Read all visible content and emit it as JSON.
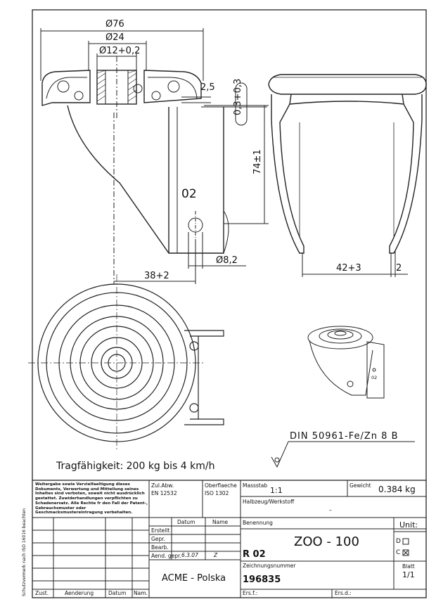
{
  "drawing": {
    "part_label": "02",
    "part_label_small": "02",
    "load_rating": "Tragfähigkeit: 200 kg bis 4 km/h",
    "din_spec": "DIN 50961-Fe/Zn 8 B",
    "copyright_side_note": "Schutzvermerk nach ISO 16016 beachten",
    "dimensions": {
      "d76": "Ø76",
      "d24": "Ø24",
      "d12": "Ø12+0,2",
      "h25": "2,5",
      "gap": "0,3+0,3",
      "h74": "74±1",
      "d82": "Ø8,2",
      "w38": "38+2",
      "w42": "42+3",
      "w2": "2"
    }
  },
  "title_block": {
    "legal_notice": "Weitergabe sowie Vervielfaeltigung dieses Dokuments, Verwertung und Mitteilung seines Inhaltes sind verboten, soweit nicht ausdrücklich gestattet. Zuwiderhandlungen verpflichten zu Schadenersatz. Alle Rechte fr den Fall der Patent-, Gebrauchsmuster oder Geschmacksmustereintragung verbehalten.",
    "zul_abw_label": "Zul.Abw.",
    "zul_abw_value": "EN 12532",
    "oberflaeche_label": "Oberflaeche",
    "oberflaeche_value": "ISO 1302",
    "massstab_label": "Massstab",
    "massstab_value": "1:1",
    "gewicht_label": "Gewicht",
    "gewicht_value": "0.384 kg",
    "halbzeug_label": "Halbzeug/Werkstoff",
    "halbzeug_value": "–",
    "datum_label": "Datum",
    "name_label": "Name",
    "erstellt": "Erstellt",
    "gepr": "Gepr.",
    "bearb": "Bearb.",
    "aend_gepr": "Aend. gepr.",
    "aend_sig": "6.3.07",
    "aend_name": "Z",
    "benennung_label": "Benennung",
    "benennung_value": "ZOO - 100",
    "ref": "R 02",
    "unit_label": "Unit:",
    "unit_d": "D",
    "unit_c": "C",
    "company": "ACME - Polska",
    "zeichnungsnummer_label": "Zeichnungsnummer",
    "zeichnungsnummer_value": "196835",
    "blatt_label": "Blatt",
    "blatt_value": "1/1",
    "ers_f": "Ers.f.:",
    "ers_d": "Ers.d.:",
    "zust": "Zust.",
    "aenderung": "Aenderung",
    "datum2": "Datum",
    "nam": "Nam."
  }
}
